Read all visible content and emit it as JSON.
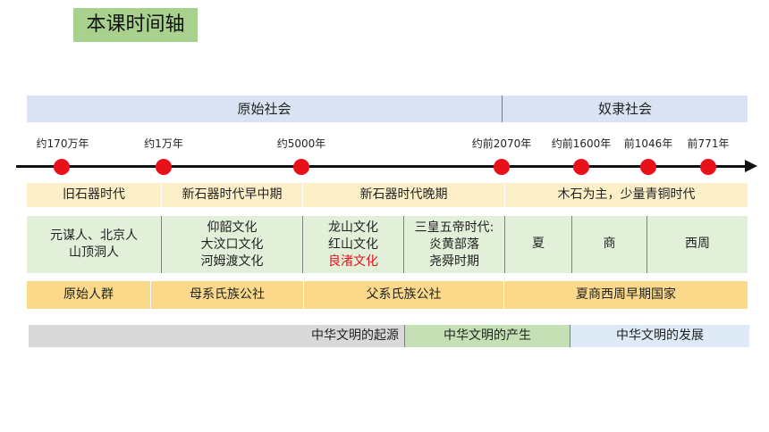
{
  "title": "本课时间轴",
  "societies": [
    "原始社会",
    "奴隶社会"
  ],
  "dates": [
    "约170万年",
    "约1万年",
    "约5000年",
    "约前2070年",
    "约前1600年",
    "前1046年",
    "前771年"
  ],
  "eras": [
    "旧石器时代",
    "新石器时代早中期",
    "新石器时代晚期",
    "木石为主，少量青铜时代"
  ],
  "cultures": {
    "c1": [
      "元谋人、北京人",
      "山顶洞人"
    ],
    "c2": [
      "仰韶文化",
      "大汶口文化",
      "河姆渡文化"
    ],
    "c3": [
      "龙山文化",
      "红山文化",
      "良渚文化"
    ],
    "c4": [
      "三皇五帝时代:",
      "炎黄部落",
      "尧舜时期"
    ],
    "c5": "夏",
    "c6": "商",
    "c7": "西周"
  },
  "social_forms": [
    "原始人群",
    "母系氏族公社",
    "父系氏族公社",
    "夏商西周早期国家"
  ],
  "civilization": [
    "中华文明的起源",
    "中华文明的产生",
    "中华文明的发展"
  ],
  "colors": {
    "title_bg": "#a9d18e",
    "society_bg": "#dae3f3",
    "era_bg": "#fdf0c8",
    "culture_bg": "#e2efd9",
    "social_bg": "#fbd98a",
    "dot": "#e8111a",
    "highlight_text": "#e8111a"
  }
}
